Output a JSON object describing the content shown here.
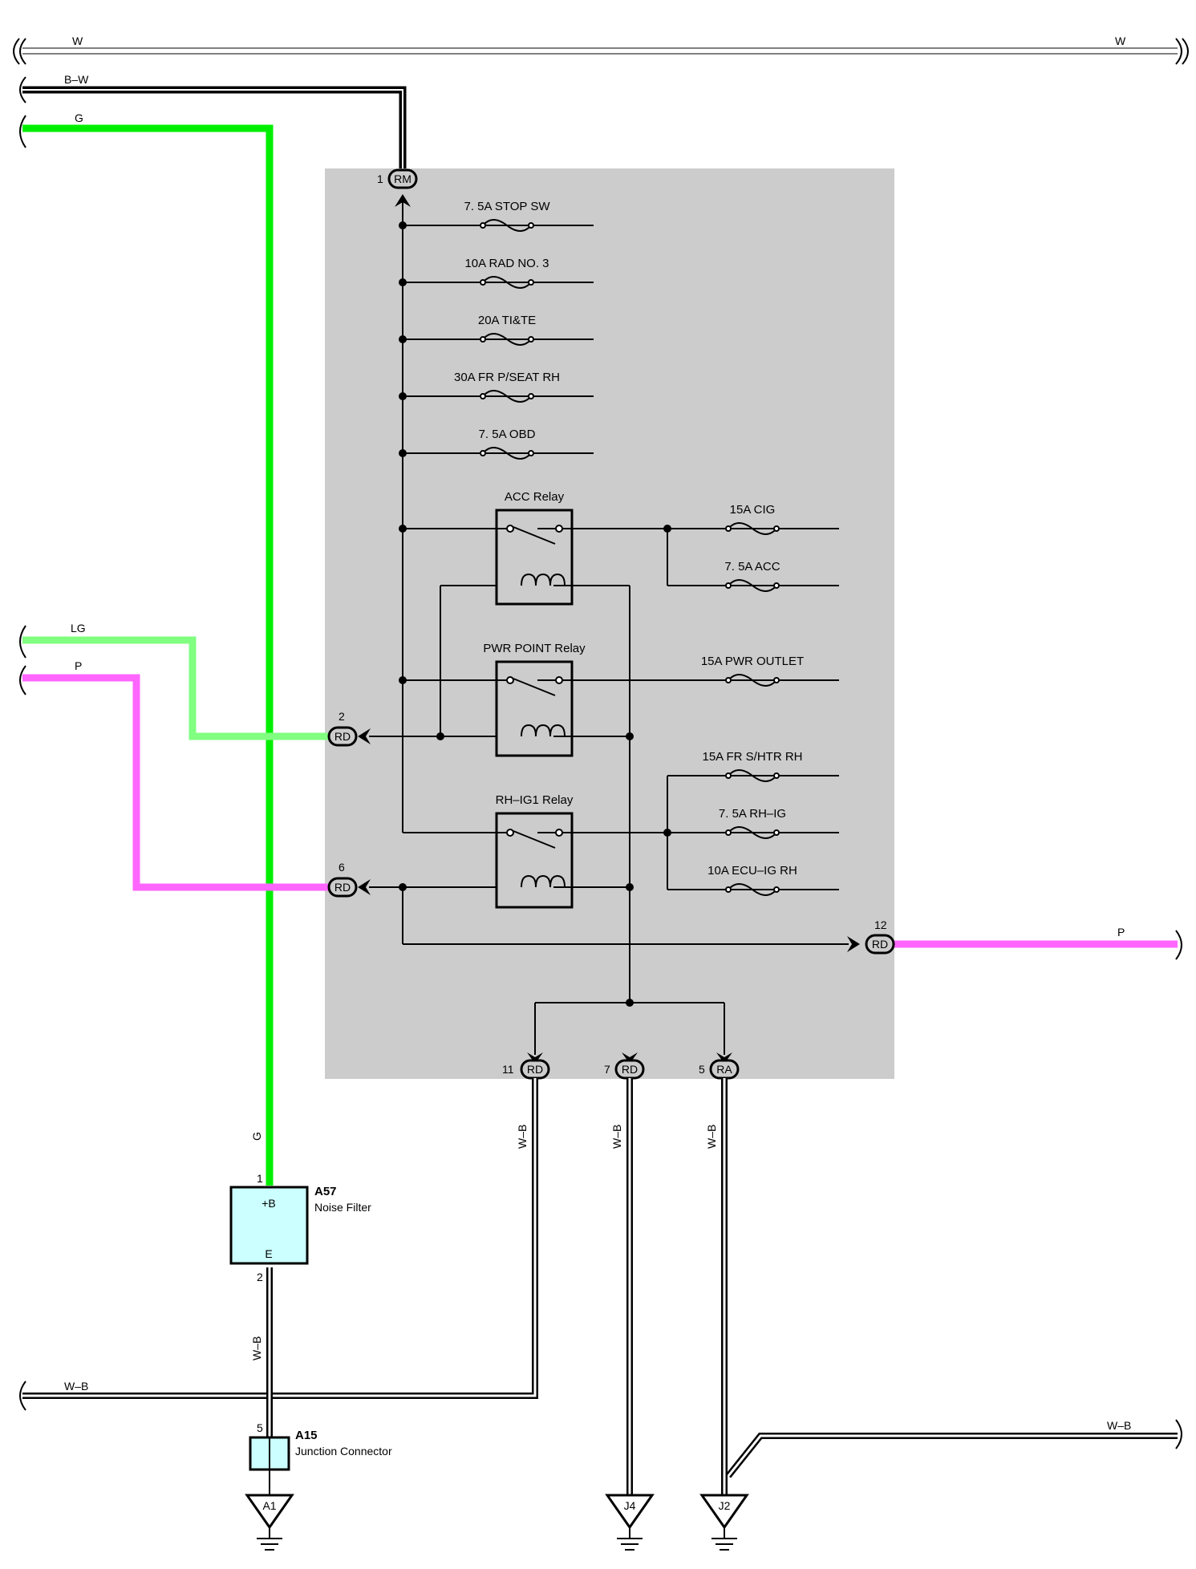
{
  "colors": {
    "box": "#cccccc",
    "green": "#00ee00",
    "light_green": "#80ff80",
    "pink": "#ff66ff",
    "component_fill": "#ccffff"
  },
  "wires": {
    "w_left": "W",
    "w_right": "W",
    "bw": "B–W",
    "g_top": "G",
    "lg": "LG",
    "p_left": "P",
    "p_right": "P",
    "g_vertical": "G",
    "wb_11": "W–B",
    "wb_7": "W–B",
    "wb_5": "W–B",
    "wb_a57": "W–B",
    "wb_bottom_left": "W–B",
    "wb_bottom_right": "W–B"
  },
  "connectors": {
    "c1_pin": "1",
    "c1_code": "RM",
    "c2_pin": "2",
    "c2_code": "RD",
    "c6_pin": "6",
    "c6_code": "RD",
    "c12_pin": "12",
    "c12_code": "RD",
    "c11_pin": "11",
    "c11_code": "RD",
    "c7_pin": "7",
    "c7_code": "RD",
    "c5_pin": "5",
    "c5_code": "RA"
  },
  "fuses": {
    "stop_sw": "7. 5A STOP SW",
    "rad_no3": "10A RAD NO. 3",
    "ti_te": "20A TI&TE",
    "fr_pseat_rh": "30A FR P/SEAT RH",
    "obd": "7. 5A OBD",
    "cig": "15A CIG",
    "acc": "7. 5A ACC",
    "pwr_outlet": "15A PWR OUTLET",
    "fr_shtr_rh": "15A FR S/HTR RH",
    "rh_ig": "7. 5A RH–IG",
    "ecu_ig_rh": "10A ECU–IG RH"
  },
  "relays": {
    "acc": "ACC Relay",
    "pwr_point": "PWR POINT Relay",
    "rh_ig1": "RH–IG1 Relay"
  },
  "components": {
    "a57_code": "A57",
    "a57_name": "Noise Filter",
    "a57_pin_b": "+B",
    "a57_pin_e": "E",
    "a57_pin1": "1",
    "a57_pin2": "2",
    "a15_code": "A15",
    "a15_name": "Junction Connector",
    "a15_pin5": "5"
  },
  "grounds": {
    "a1": "A1",
    "j4": "J4",
    "j2": "J2"
  }
}
